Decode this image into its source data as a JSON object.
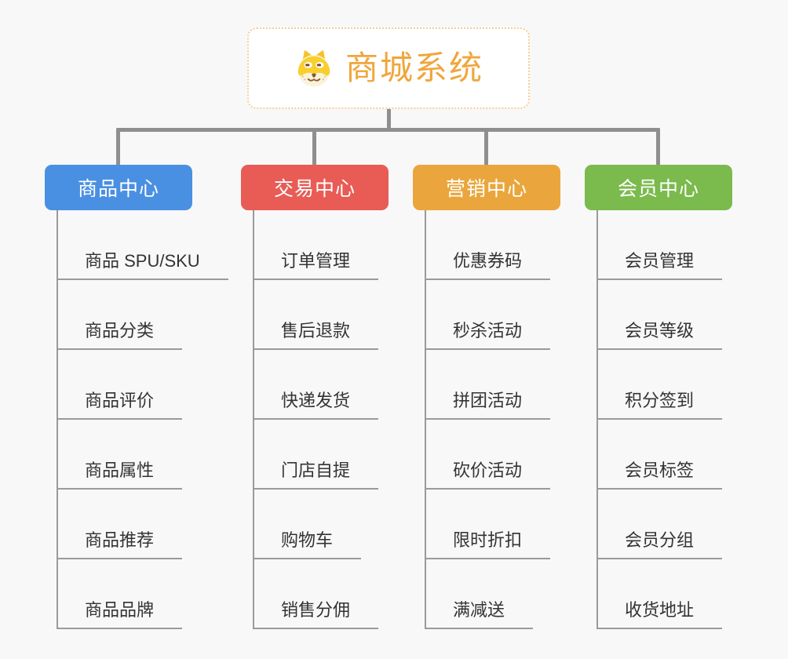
{
  "root": {
    "title": "商城系统",
    "icon": "shiba-dog-icon"
  },
  "branches": [
    {
      "label": "商品中心",
      "color": "#4A90E2",
      "children": [
        "商品 SPU/SKU",
        "商品分类",
        "商品评价",
        "商品属性",
        "商品推荐",
        "商品品牌"
      ]
    },
    {
      "label": "交易中心",
      "color": "#E85C55",
      "children": [
        "订单管理",
        "售后退款",
        "快递发货",
        "门店自提",
        "购物车",
        "销售分佣"
      ]
    },
    {
      "label": "营销中心",
      "color": "#EAA63C",
      "children": [
        "优惠券码",
        "秒杀活动",
        "拼团活动",
        "砍价活动",
        "限时折扣",
        "满减送"
      ]
    },
    {
      "label": "会员中心",
      "color": "#7BBA4D",
      "children": [
        "会员管理",
        "会员等级",
        "积分签到",
        "会员标签",
        "会员分组",
        "收货地址"
      ]
    }
  ],
  "colors": {
    "background": "#F8F8F8",
    "connector": "#8F8F8F",
    "leaf_line": "#9A9A9A",
    "leaf_text": "#333333",
    "root_title": "#F0A63C",
    "root_border": "#F5CE92"
  }
}
